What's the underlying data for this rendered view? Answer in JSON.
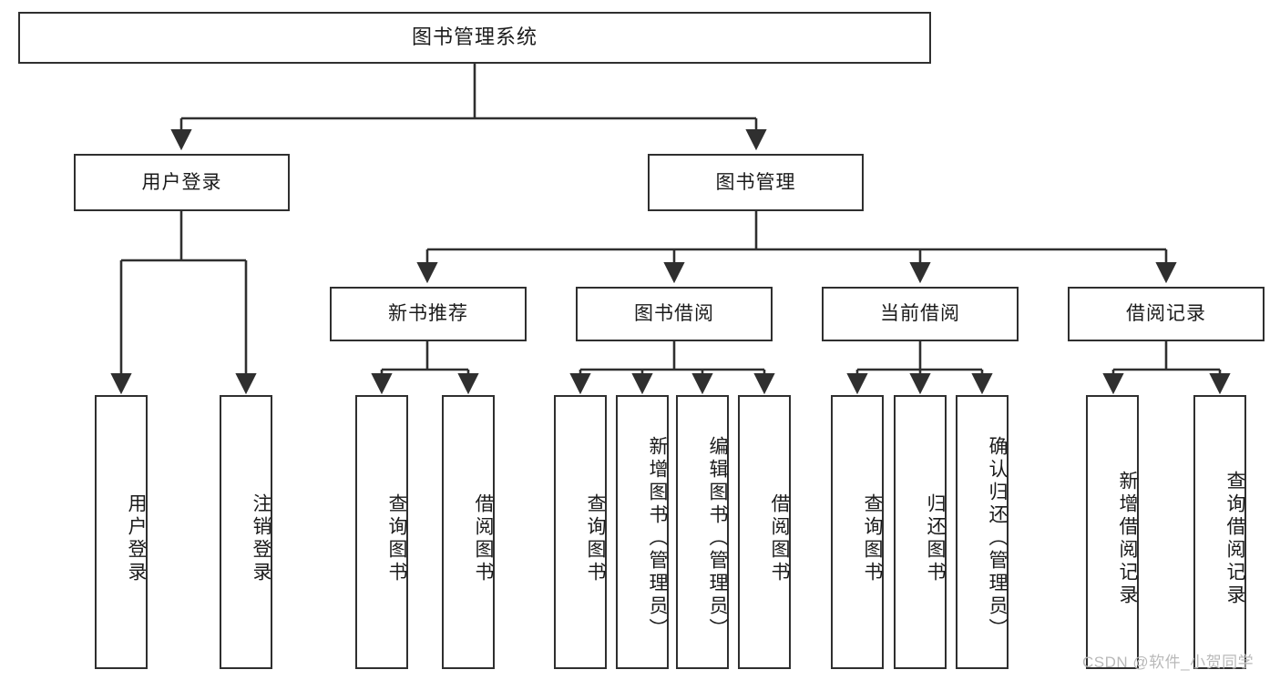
{
  "diagram": {
    "type": "tree-hierarchy",
    "title": "图书管理系统",
    "root": {
      "label": "图书管理系统"
    },
    "level2": [
      {
        "label": "用户登录"
      },
      {
        "label": "图书管理"
      }
    ],
    "level3": [
      {
        "label": "新书推荐"
      },
      {
        "label": "图书借阅"
      },
      {
        "label": "当前借阅"
      },
      {
        "label": "借阅记录"
      }
    ],
    "leaves": {
      "user_login": [
        {
          "label": "用户登录"
        },
        {
          "label": "注销登录"
        }
      ],
      "new_book_recommend": [
        {
          "label": "查询图书"
        },
        {
          "label": "借阅图书"
        }
      ],
      "book_borrow": [
        {
          "label": "查询图书"
        },
        {
          "label": "新增图书（管理员）"
        },
        {
          "label": "编辑图书（管理员）"
        },
        {
          "label": "借阅图书"
        }
      ],
      "current_borrow": [
        {
          "label": "查询图书"
        },
        {
          "label": "归还图书"
        },
        {
          "label": "确认归还（管理员）"
        }
      ],
      "borrow_record": [
        {
          "label": "新增借阅记录"
        },
        {
          "label": "查询借阅记录"
        }
      ]
    }
  },
  "watermark": {
    "text": "CSDN @软件_小贺同学"
  },
  "colors": {
    "stroke": "#2f2f2f",
    "text": "#1b1b1b",
    "background": "#ffffff",
    "watermark": "#b9b9b9"
  }
}
